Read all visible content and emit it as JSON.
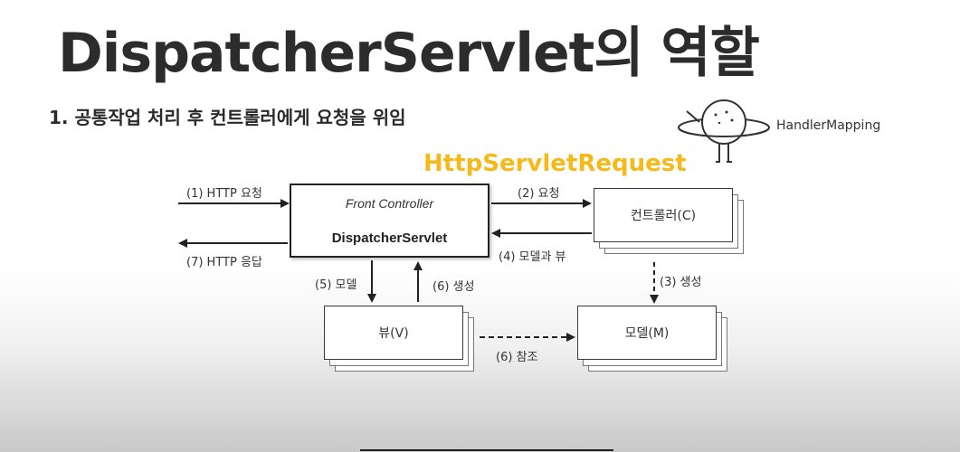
{
  "slide": {
    "title": "DispatcherServlet의 역할",
    "subtitle": "1. 공통작업 처리 후 컨트롤러에게 요청을 위임",
    "handler_mapping_label": "HandlerMapping",
    "http_servlet_request": "HttpServletRequest"
  },
  "diagram": {
    "front_controller": {
      "caption": "Front Controller",
      "name": "DispatcherServlet"
    },
    "controller_box": "컨트롤러(C)",
    "view_box": "뷰(V)",
    "model_box": "모델(M)",
    "steps": {
      "s1": "(1) HTTP 요청",
      "s2": "(2) 요청",
      "s3": "(3) 생성",
      "s4": "(4) 모델과 뷰",
      "s5": "(5) 모델",
      "s6a": "(6) 생성",
      "s6b": "(6) 참조",
      "s7": "(7) HTTP 응답"
    }
  },
  "colors": {
    "accent": "#f6b91a",
    "line": "#222222"
  },
  "icons": [
    "planet-character-icon"
  ]
}
